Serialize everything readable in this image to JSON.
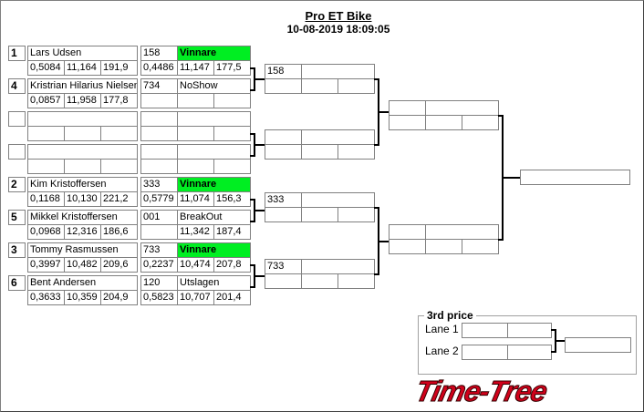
{
  "header": {
    "title": "Pro ET Bike",
    "datetime": "10-08-2019 18:09:05"
  },
  "round1": [
    {
      "seed": "1",
      "name": "Lars Udsen",
      "rt": "0,5084",
      "et": "11,164",
      "speed": "191,9",
      "bike": "158",
      "result": "Vinnare",
      "winner": true,
      "rt2": "0,4486",
      "et2": "11,147",
      "speed2": "177,5"
    },
    {
      "seed": "4",
      "name": "Kristrian Hilarius Nielsen",
      "rt": "0,0857",
      "et": "11,958",
      "speed": "177,8",
      "bike": "734",
      "result": "NoShow",
      "winner": false,
      "rt2": "",
      "et2": "",
      "speed2": ""
    },
    {
      "seed": "",
      "name": "",
      "rt": "",
      "et": "",
      "speed": "",
      "bike": "",
      "result": "",
      "winner": false,
      "rt2": "",
      "et2": "",
      "speed2": ""
    },
    {
      "seed": "",
      "name": "",
      "rt": "",
      "et": "",
      "speed": "",
      "bike": "",
      "result": "",
      "winner": false,
      "rt2": "",
      "et2": "",
      "speed2": ""
    },
    {
      "seed": "2",
      "name": "Kim Kristoffersen",
      "rt": "0,1168",
      "et": "10,130",
      "speed": "221,2",
      "bike": "333",
      "result": "Vinnare",
      "winner": true,
      "rt2": "0,5779",
      "et2": "11,074",
      "speed2": "156,3"
    },
    {
      "seed": "5",
      "name": "Mikkel Kristoffersen",
      "rt": "0,0968",
      "et": "12,316",
      "speed": "186,6",
      "bike": "001",
      "result": "BreakOut",
      "winner": false,
      "rt2": "",
      "et2": "11,342",
      "speed2": "187,4"
    },
    {
      "seed": "3",
      "name": "Tommy Rasmussen",
      "rt": "0,3997",
      "et": "10,482",
      "speed": "209,6",
      "bike": "733",
      "result": "Vinnare",
      "winner": true,
      "rt2": "0,2237",
      "et2": "10,474",
      "speed2": "207,8"
    },
    {
      "seed": "6",
      "name": "Bent Andersen",
      "rt": "0,3633",
      "et": "10,359",
      "speed": "204,9",
      "bike": "120",
      "result": "Utslagen",
      "winner": false,
      "rt2": "0,5823",
      "et2": "10,707",
      "speed2": "201,4"
    }
  ],
  "round2": [
    {
      "bike": "158"
    },
    {
      "bike": ""
    },
    {
      "bike": "333"
    },
    {
      "bike": "733"
    }
  ],
  "semis": [
    {
      "bike": ""
    },
    {
      "bike": ""
    }
  ],
  "final": {
    "bike": ""
  },
  "third": {
    "title": "3rd price",
    "lane1": "Lane 1",
    "lane2": "Lane 2"
  },
  "logo": "Time-Tree"
}
